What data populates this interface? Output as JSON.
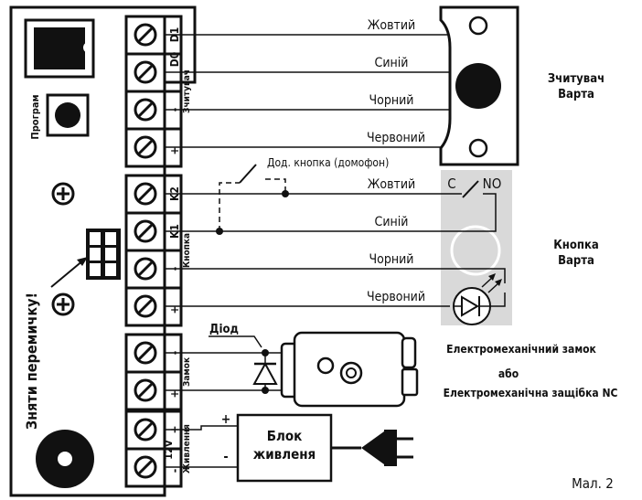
{
  "terminals": {
    "reader": [
      "D1",
      "D0",
      "-",
      "+"
    ],
    "reader_group": "Зчитувач",
    "button": [
      "K2",
      "K1",
      "-",
      "+"
    ],
    "button_group": "Кнопка",
    "lock": [
      "-",
      "+"
    ],
    "lock_group": "Замок",
    "power": [
      "+",
      "-"
    ],
    "power_group": "Живлення",
    "power_voltage": "12V"
  },
  "board": {
    "program_label": "Програм",
    "jumper_label": "Зняти перемичку!"
  },
  "wires": {
    "reader": [
      "Жовтий",
      "Синій",
      "Чорний",
      "Червоний"
    ],
    "button": [
      "Жовтий",
      "Синій",
      "Чорний",
      "Червоний"
    ]
  },
  "extra_button_label": "Дод. кнопка (домофон)",
  "contact_c": "C",
  "contact_no": "NO",
  "reader_device": {
    "line1": "Зчитувач",
    "line2": "Варта"
  },
  "button_device": {
    "line1": "Кнопка",
    "line2": "Варта"
  },
  "diode_label": "Діод",
  "lock": {
    "line1": "Електромеханічний замок",
    "line2": "або",
    "line3": "Електромеханічна защібка NC"
  },
  "power_supply": {
    "line1": "Блок",
    "line2": "живленя"
  },
  "psu_plus": "+",
  "psu_minus": "-",
  "figure_label": "Мал. 2"
}
